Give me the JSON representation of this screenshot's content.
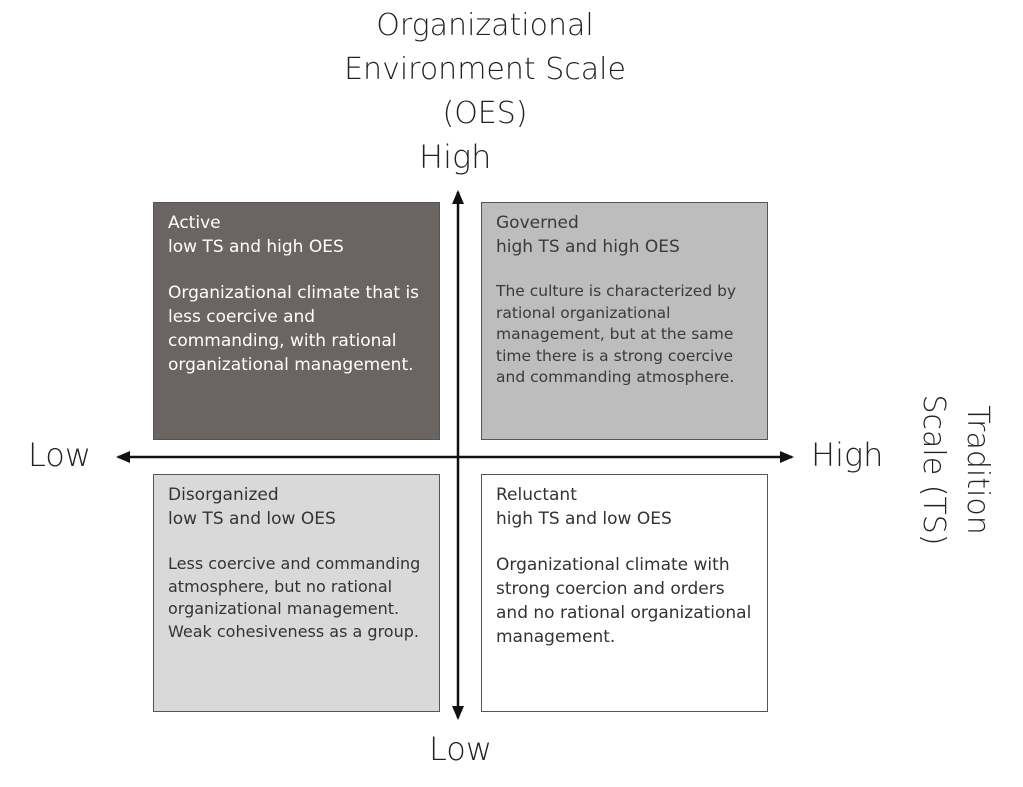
{
  "oes_axis": {
    "title_lines": [
      "Organizational",
      "Environment Scale",
      "(OES)"
    ],
    "high": "High",
    "low": "Low"
  },
  "ts_axis": {
    "title_lines": [
      "Tradition",
      "Scale (TS)"
    ],
    "high": "High",
    "low": "Low"
  },
  "quadrants": {
    "active": {
      "name": "Active",
      "code": "low TS and high OES",
      "desc": "Organizational climate that is less coercive and commanding, with rational organizational management.",
      "color": "#6b6463"
    },
    "governed": {
      "name": "Governed",
      "code": "high TS and high OES",
      "desc": "The culture is characterized by rational organizational management, but at the same time there is a strong coercive and commanding atmosphere.",
      "color": "#bdbdbd"
    },
    "disorganized": {
      "name": "Disorganized",
      "code": "low TS and low OES",
      "desc": "Less coercive and commanding atmosphere, but no rational organizational management. Weak cohesiveness as a group.",
      "color": "#d9d9d9"
    },
    "reluctant": {
      "name": "Reluctant",
      "code": "high TS and low OES",
      "desc": "Organizational climate with strong coercion and orders and no rational organizational management.",
      "color": "#ffffff"
    }
  }
}
